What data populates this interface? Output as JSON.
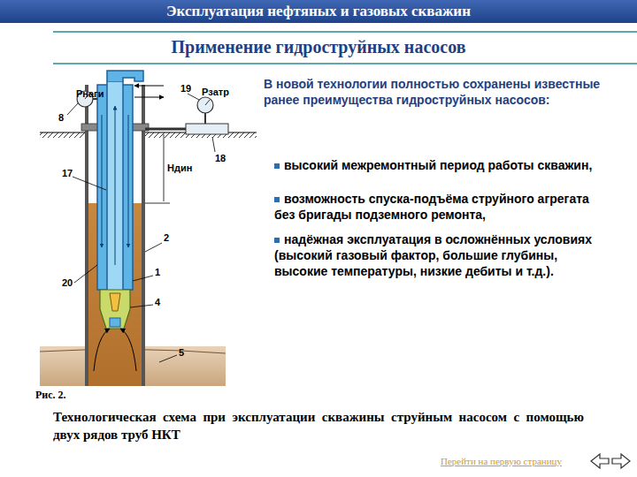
{
  "diagram": {
    "title": "Применение гидроструйных насосов",
    "caption": "Технологическая схема при эксплуатации скважины струйным насосом с помощью двух рядов труб НКТ",
    "nodes": [
      {
        "text": [
          "Эксплуатация нефтяных и газовых скважин"
        ]
      }
    ],
    "labels": [
      "В новой технологии полностью сохранены известные ранее преимущества гидроструйных насосов:",
      "высокий межремонтный период работы скважин,",
      "возможность спуска-подъёма струйного агрегата без бригады подземного ремонта,",
      "надёжная эксплуатация в осложнённых условиях (высокий газовый фактор, большие глубины, высокие температуры, низкие дебиты и т.д.).",
      "Рнаги",
      "8",
      "19",
      "Рзатр",
      "18",
      "17",
      "Ндин",
      "2",
      "1",
      "20",
      "4",
      "5",
      "Рис. 2.",
      "Перейти на первую страницу"
    ]
  }
}
